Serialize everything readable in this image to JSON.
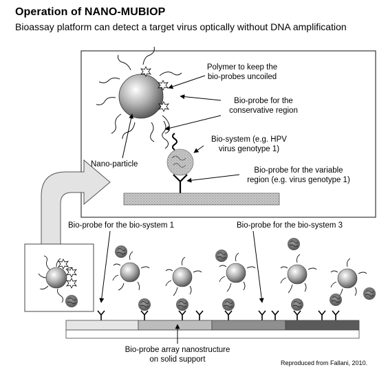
{
  "header": {
    "title": "Operation of NANO-MUBIOP",
    "subtitle": "Bioassay platform can detect a target virus optically without DNA amplification"
  },
  "inset_labels": {
    "polymer": [
      "Polymer to keep the",
      "bio-probes uncoiled"
    ],
    "conservative": [
      "Bio-probe for the",
      "conservative region"
    ],
    "biosystem": [
      "Bio-system (e.g. HPV",
      "virus genotype 1)"
    ],
    "variable": [
      "Bio-probe for the variable",
      "region (e.g. virus genotype 1)"
    ],
    "nanoparticle": "Nano-particle"
  },
  "array_labels": {
    "probe1": "Bio-probe for the bio-system 1",
    "probe3": "Bio-probe for the bio-system 3",
    "support": [
      "Bio-probe array nanostructure",
      "on solid support"
    ]
  },
  "credit": "Reproduced from Fallani, 2010.",
  "colors": {
    "segment_1": "#e6e6e6",
    "segment_2": "#bdbdbd",
    "segment_3": "#8f8f8f",
    "segment_4": "#5a5a5a",
    "arrow_fill": "#e3e3e3"
  }
}
